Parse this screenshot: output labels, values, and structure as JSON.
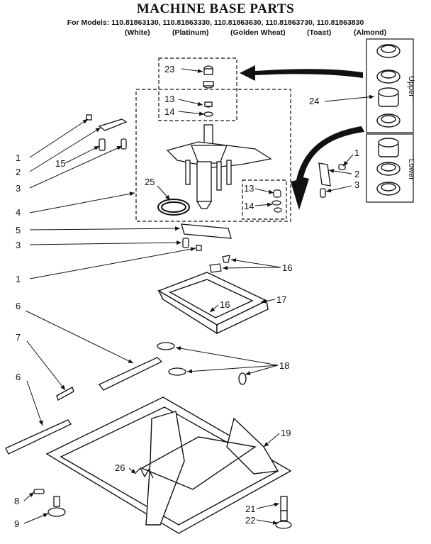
{
  "header": {
    "title": "MACHINE BASE PARTS",
    "models_line": "For Models: 110.81863130, 110.81863330, 110.81863630, 110.81863730, 110.81863830",
    "colors": [
      "(White)",
      "(Platinum)",
      "(Golden Wheat)",
      "(Toast)",
      "(Almond)"
    ]
  },
  "side_labels": {
    "upper": "Upper",
    "lower": "Lower"
  },
  "callouts": [
    "23",
    "13",
    "14",
    "24",
    "1",
    "2",
    "15",
    "3",
    "25",
    "4",
    "13",
    "14",
    "1",
    "2",
    "3",
    "5",
    "3",
    "1",
    "16",
    "17",
    "16",
    "6",
    "7",
    "18",
    "6",
    "19",
    "26",
    "8",
    "21",
    "22",
    "9"
  ]
}
